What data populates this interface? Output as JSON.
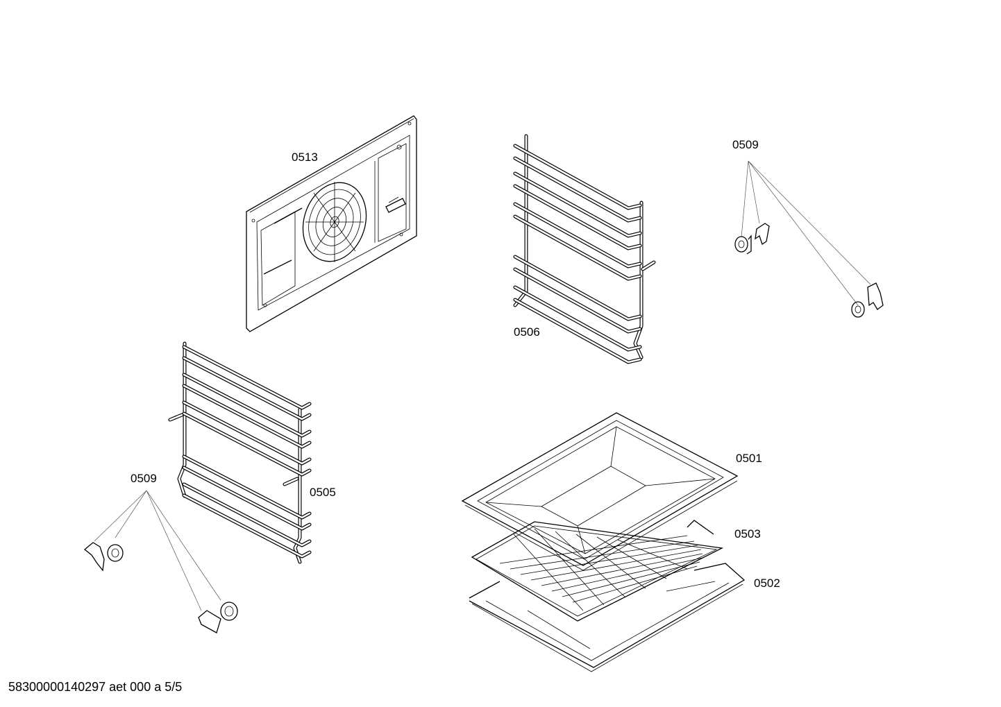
{
  "labels": {
    "back_panel": "0513",
    "rack_right": "0506",
    "clips_top": "0509",
    "rack_left": "0505",
    "clips_bottom": "0509",
    "deep_tray": "0501",
    "wire_grid": "0503",
    "flat_tray": "0502"
  },
  "footer": "58300000140297 aet 000 a 5/5"
}
